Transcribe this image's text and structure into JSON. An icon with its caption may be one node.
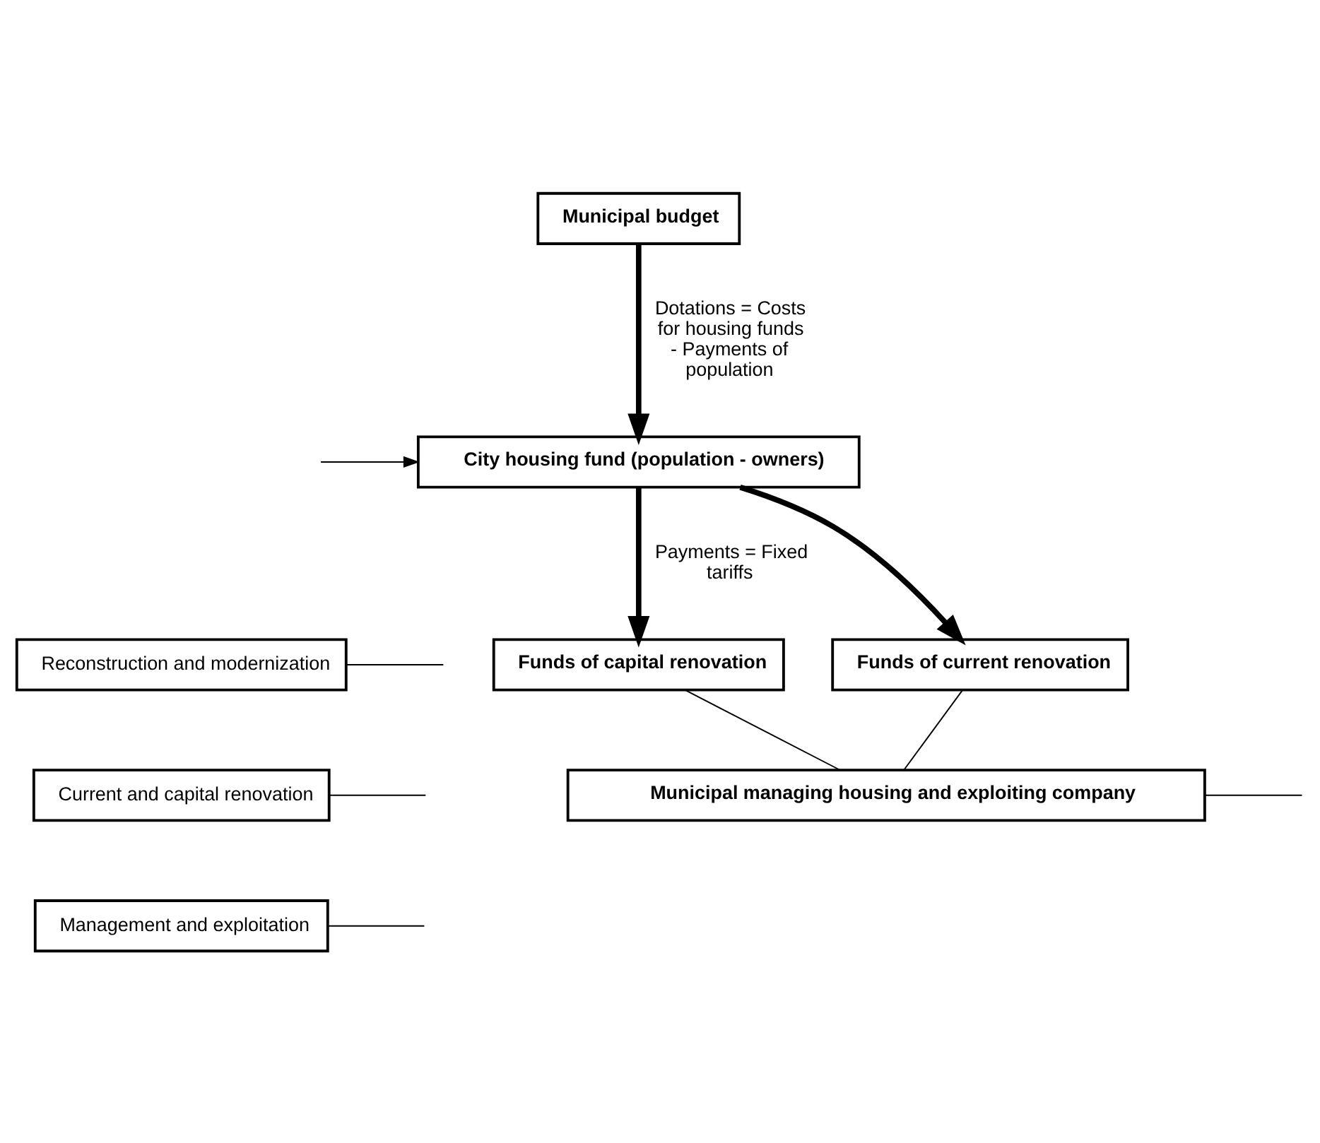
{
  "diagram": {
    "nodes": [
      {
        "text": [
          "City housing fund (population - owners)"
        ]
      },
      {
        "text": [
          "Reconstruction and modernization"
        ]
      },
      {
        "text": [
          "Current and capital renovation"
        ]
      },
      {
        "text": [
          "Management and exploitation"
        ]
      },
      {
        "text": [
          "Municipal budget"
        ]
      },
      {
        "text": [
          "Funds of capital renovation"
        ]
      },
      {
        "text": [
          "Funds of current renovation"
        ]
      },
      {
        "text": [
          "Municipal managing housing and exploiting company"
        ]
      }
    ],
    "edges": [
      {
        "from": null,
        "to": 0,
        "arrow": "to"
      },
      {
        "from": 0,
        "to": 5,
        "arrow": "to",
        "label": "Payments = Fixed tariffs",
        "style": "thick"
      },
      {
        "from": 0,
        "to": 6,
        "arrow": "to",
        "style": "thick"
      },
      {
        "from": 4,
        "to": 0,
        "arrow": "to",
        "label": "Dotations = Costs for housing funds - Payments of population",
        "style": "thick"
      },
      {
        "from": 1,
        "to": null,
        "arrow": "none"
      },
      {
        "from": 2,
        "to": null,
        "arrow": "none"
      },
      {
        "from": 3,
        "to": null,
        "arrow": "none"
      },
      {
        "from": 5,
        "to": 7,
        "arrow": "none"
      },
      {
        "from": 6,
        "to": 7,
        "arrow": "none"
      },
      {
        "from": 7,
        "to": null,
        "arrow": "none"
      }
    ]
  }
}
